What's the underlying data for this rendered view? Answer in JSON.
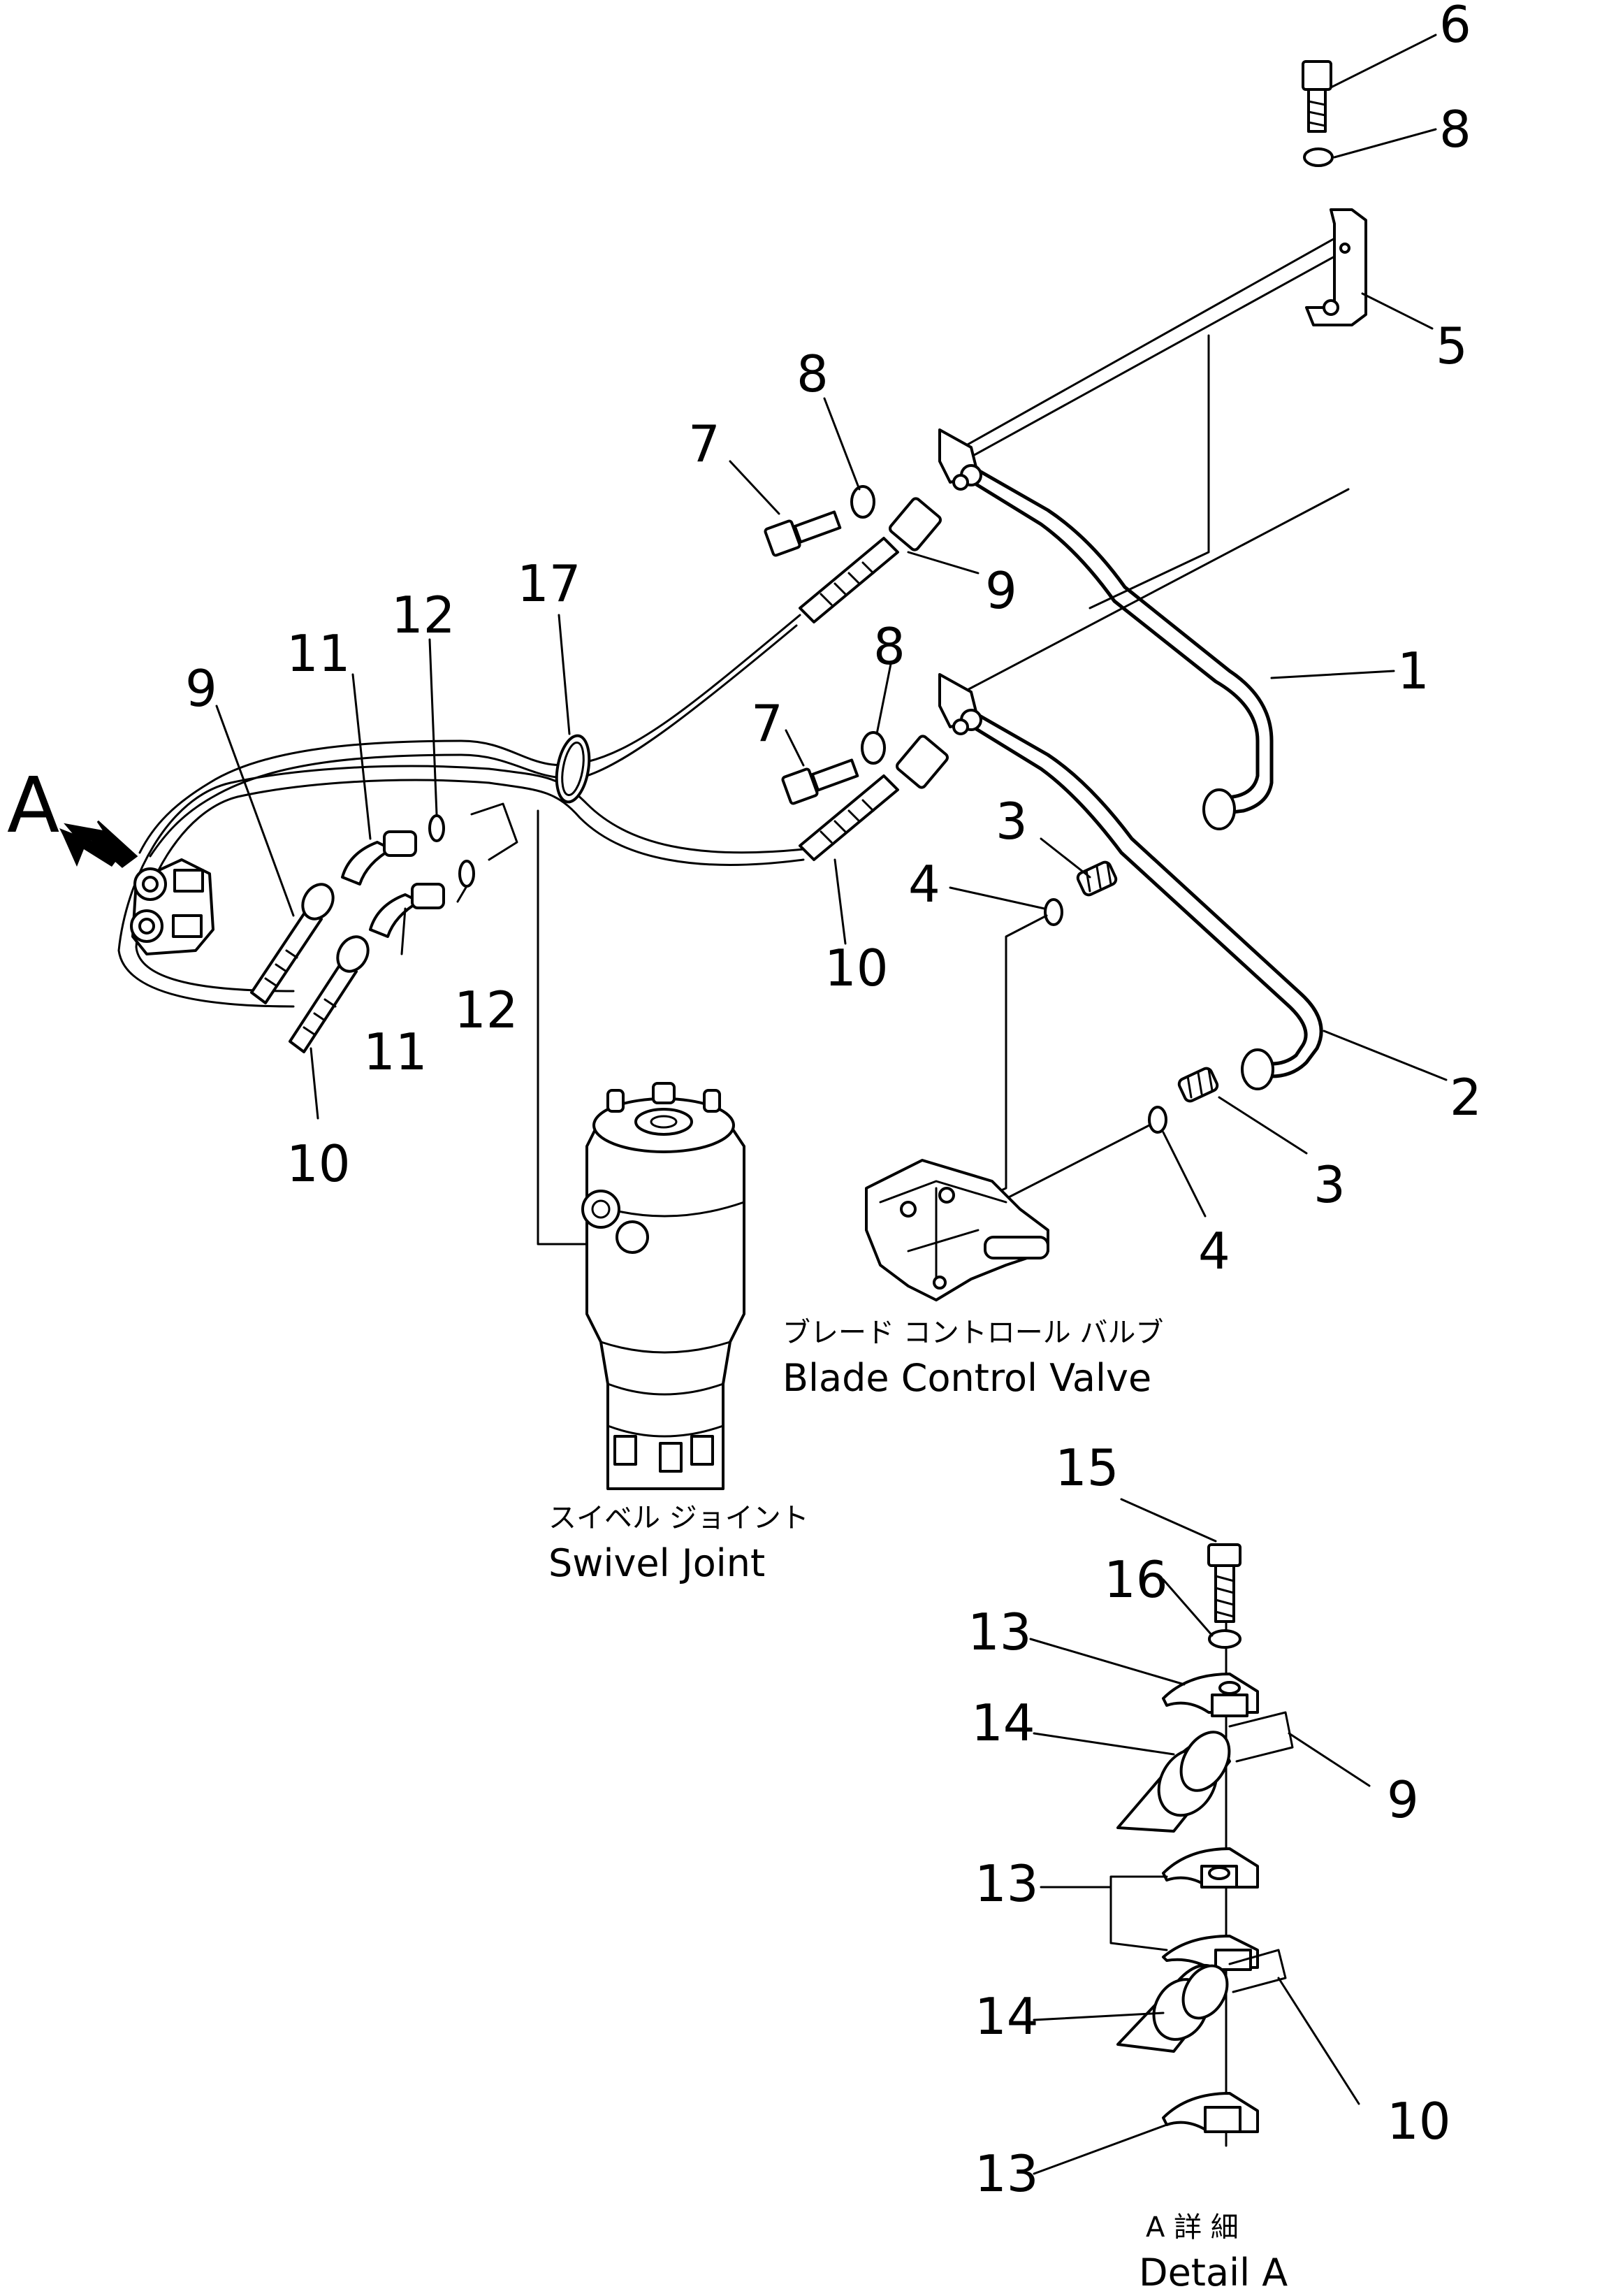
{
  "view_marker": "A",
  "callouts": {
    "n1": "1",
    "n2": "2",
    "n3a": "3",
    "n3b": "3",
    "n4a": "4",
    "n4b": "4",
    "n5": "5",
    "n6": "6",
    "n7a": "7",
    "n7b": "7",
    "n8a": "8",
    "n8b": "8",
    "n8c": "8",
    "n9a": "9",
    "n9b": "9",
    "n9c": "9",
    "n10a": "10",
    "n10b": "10",
    "n10c": "10",
    "n11a": "11",
    "n11b": "11",
    "n12a": "12",
    "n12b": "12",
    "n13a": "13",
    "n13b": "13",
    "n13c": "13",
    "n14a": "14",
    "n14b": "14",
    "n15": "15",
    "n16": "16",
    "n17": "17"
  },
  "components": {
    "blade_valve_jp": "ブレード コントロール バルブ",
    "blade_valve_en": "Blade Control Valve",
    "swivel_jp": "スイベル ジョイント",
    "swivel_en": "Swivel Joint",
    "detail_jp": "A 詳 細",
    "detail_en": "Detail A"
  }
}
